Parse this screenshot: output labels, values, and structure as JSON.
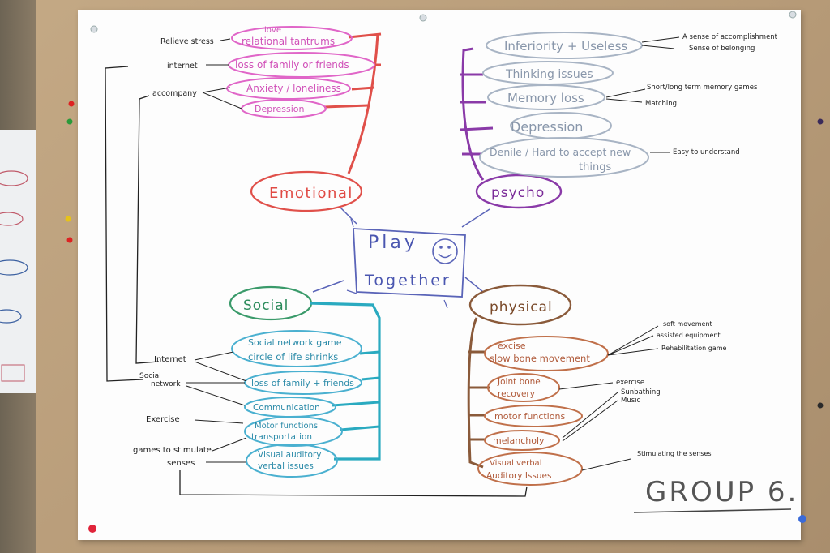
{
  "center": {
    "line1": "Play",
    "line2": "Together",
    "icon": "smiley-face-icon"
  },
  "emotional": {
    "title": "Emotional",
    "items": [
      "relational tantrums",
      "loss of family or friends",
      "Anxiety / loneliness",
      "Depression"
    ],
    "top_note": "love",
    "left_notes": [
      "Relieve stress",
      "internet",
      "accompany"
    ]
  },
  "psycho": {
    "title": "psycho",
    "items": [
      "Inferiority + Useless",
      "Thinking issues",
      "Memory loss",
      "Depression",
      "Denile / Hard to accept new",
      "things"
    ],
    "right_notes": [
      "A sense of accomplishment",
      "Sense of belonging",
      "Short/long term memory games",
      "Matching",
      "Easy to understand"
    ]
  },
  "social": {
    "title": "Social",
    "items": [
      "Social network game",
      "circle of life shrinks",
      "loss of family + friends",
      "Communication",
      "Motor functions",
      "transportation",
      "Visual auditory",
      "verbal issues"
    ],
    "left_notes": [
      "Internet",
      "Social",
      "network",
      "Exercise",
      "games to stimulate",
      "senses"
    ]
  },
  "physical": {
    "title": "physical",
    "items": [
      "excise",
      "slow bone movement",
      "Joint bone",
      "recovery",
      "motor functions",
      "melancholy",
      "Visual verbal",
      "Auditory Issues"
    ],
    "right_notes": [
      "soft movement",
      "assisted equipment",
      "Rehabilitation game",
      "exercise",
      "Sunbathing",
      "Music",
      "Stimulating the senses"
    ]
  },
  "group_label": "GROUP 6."
}
